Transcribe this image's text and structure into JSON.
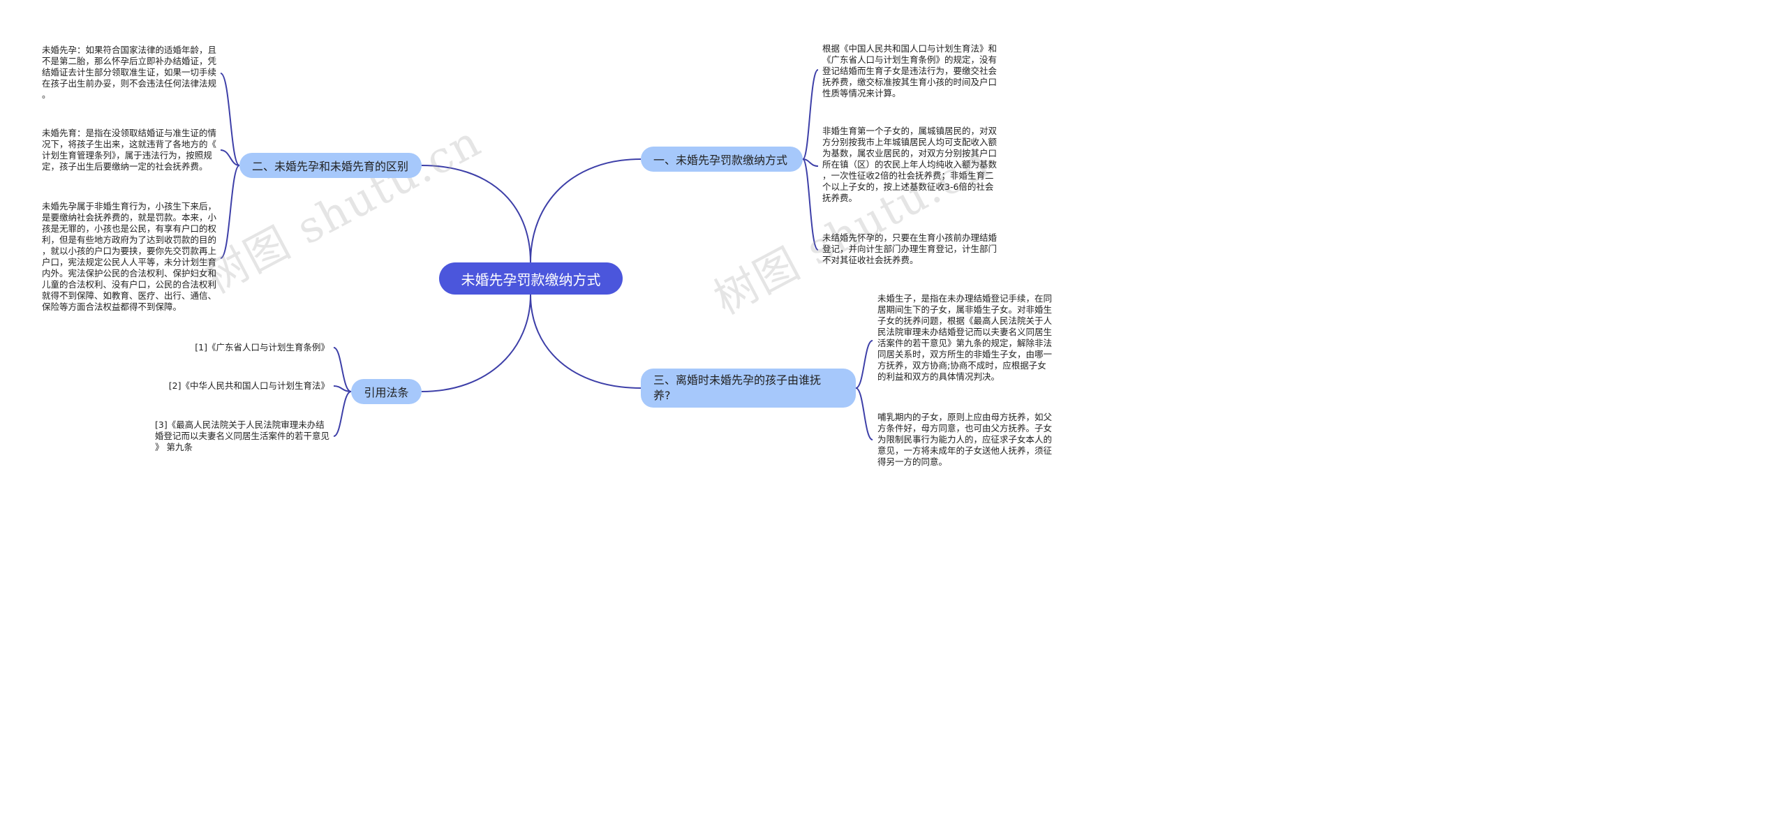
{
  "root": {
    "label": "未婚先孕罚款缴纳方式"
  },
  "branches": {
    "b1": {
      "label": "一、未婚先孕罚款缴纳方式"
    },
    "b2": {
      "label": "二、未婚先孕和未婚先育的区别"
    },
    "b3": {
      "label": "三、离婚时未婚先孕的孩子由谁抚\n养?"
    },
    "b4": {
      "label": "引用法条"
    }
  },
  "leaves": {
    "b1": [
      "根据《中国人民共和国人口与计划生育法》和\n《广东省人口与计划生育条例》的规定，没有\n登记结婚而生育子女是违法行为，要缴交社会\n抚养费，缴交标准按其生育小孩的时间及户口\n性质等情况来计算。",
      "非婚生育第一个子女的，属城镇居民的，对双\n方分别按我市上年城镇居民人均可支配收入额\n为基数，属农业居民的，对双方分别按其户口\n所在镇（区）的农民上年人均纯收入额为基数\n，一次性征收2倍的社会抚养费；非婚生育二\n个以上子女的，按上述基数征收3-6倍的社会\n抚养费。",
      "未结婚先怀孕的，只要在生育小孩前办理结婚\n登记，并向计生部门办理生育登记，计生部门\n不对其征收社会抚养费。"
    ],
    "b2": [
      "未婚先孕：如果符合国家法律的适婚年龄，且\n不是第二胎，那么怀孕后立即补办结婚证，凭\n结婚证去计生部分领取准生证，如果一切手续\n在孩子出生前办妥，则不会违法任何法律法规\n。",
      "未婚先育：是指在没领取结婚证与准生证的情\n况下，将孩子生出来，这就违背了各地方的《\n计划生育管理条列》，属于违法行为，按照规\n定，孩子出生后要缴纳一定的社会抚养费。",
      "未婚先孕属于非婚生育行为，小孩生下来后，\n是要缴纳社会抚养费的，就是罚款。本来，小\n孩是无罪的，小孩也是公民，有享有户口的权\n利，但是有些地方政府为了达到收罚款的目的\n，就以小孩的户口为要挟，要你先交罚款再上\n户口，宪法规定公民人人平等，未分计划生育\n内外。宪法保护公民的合法权利、保护妇女和\n儿童的合法权利、没有户口，公民的合法权利\n就得不到保障、如教育、医疗、出行、通信、\n保险等方面合法权益都得不到保障。"
    ],
    "b3": [
      "未婚生子，是指在未办理结婚登记手续，在同\n居期间生下的子女，属非婚生子女。对非婚生\n子女的抚养问题，根据《最高人民法院关于人\n民法院审理未办结婚登记而以夫妻名义同居生\n活案件的若干意见》第九条的规定，解除非法\n同居关系时，双方所生的非婚生子女，由哪一\n方抚养，双方协商;协商不成时，应根据子女\n的利益和双方的具体情况判决。",
      "哺乳期内的子女，原则上应由母方抚养，如父\n方条件好，母方同意，也可由父方抚养。子女\n为限制民事行为能力人的，应征求子女本人的\n意见，一方将未成年的子女送他人抚养，须征\n得另一方的同意。"
    ],
    "b4": [
      "[1]《广东省人口与计划生育条例》",
      "[2]《中华人民共和国人口与计划生育法》",
      "[3]《最高人民法院关于人民法院审理未办结\n婚登记而以夫妻名义同居生活案件的若干意见\n》 第九条"
    ]
  },
  "watermarks": [
    "树图 shutu.cn",
    "树图 shutu.cn"
  ],
  "colors": {
    "root": "#4b56dc",
    "branch": "#a6c8fb",
    "link": "#3d3fa8"
  }
}
